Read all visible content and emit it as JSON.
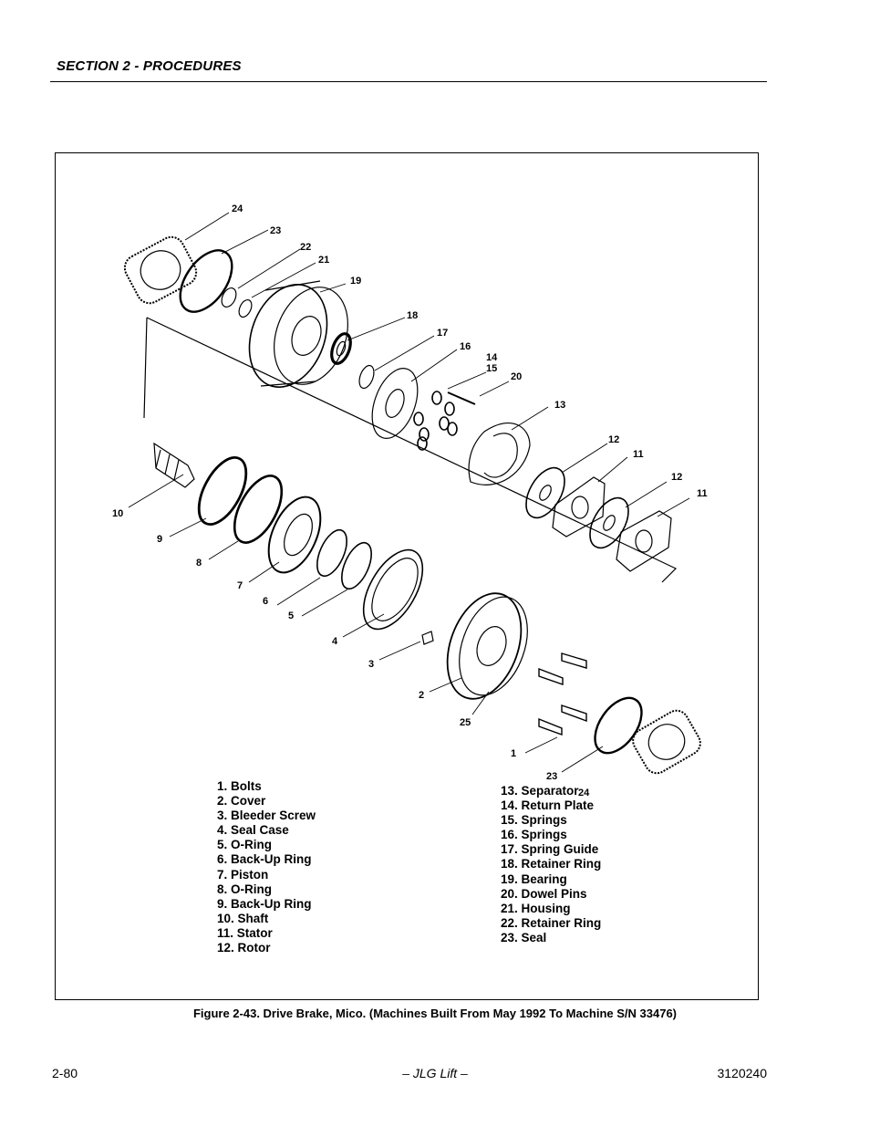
{
  "header": {
    "section_title": "SECTION 2 - PROCEDURES"
  },
  "figure": {
    "caption": "Figure 2-43.  Drive Brake, Mico. (Machines Built From May 1992 To Machine S/N 33476)",
    "callouts": {
      "c24a": "24",
      "c23a": "23",
      "c22": "22",
      "c21": "21",
      "c19": "19",
      "c18": "18",
      "c17": "17",
      "c16": "16",
      "c14": "14",
      "c15": "15",
      "c20": "20",
      "c13": "13",
      "c12a": "12",
      "c11a": "11",
      "c12b": "12",
      "c11b": "11",
      "c10": "10",
      "c9": "9",
      "c8": "8",
      "c7": "7",
      "c6": "6",
      "c5": "5",
      "c4": "4",
      "c3": "3",
      "c2": "2",
      "c25": "25",
      "c1": "1",
      "c23b": "23",
      "c24b": "24"
    },
    "legend_left": [
      "1.   Bolts",
      "2.   Cover",
      "3.   Bleeder Screw",
      "4.   Seal Case",
      "5.   O-Ring",
      "6.   Back-Up Ring",
      "7.   Piston",
      "8.   O-Ring",
      "9.   Back-Up Ring",
      "10. Shaft",
      "11. Stator",
      "12. Rotor"
    ],
    "legend_right": [
      "13. Separator",
      "14. Return Plate",
      "15. Springs",
      "16. Springs",
      "17. Spring Guide",
      "18. Retainer Ring",
      "19. Bearing",
      "20. Dowel Pins",
      "21. Housing",
      "22. Retainer Ring",
      "23. Seal"
    ]
  },
  "footer": {
    "page_number": "2-80",
    "publisher": "– JLG Lift –",
    "document_number": "3120240"
  }
}
